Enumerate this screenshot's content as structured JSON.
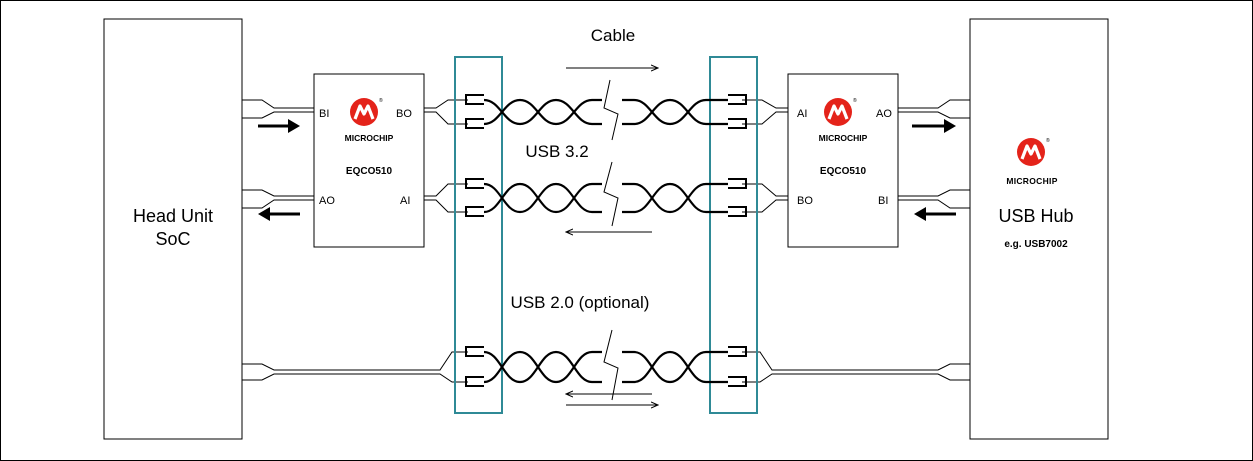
{
  "head_unit": {
    "line1": "Head Unit",
    "line2": "SoC"
  },
  "usb_hub": {
    "title": "USB Hub",
    "example": "e.g. USB7002"
  },
  "labels": {
    "cable": "Cable",
    "usb32": "USB 3.2",
    "usb20": "USB 2.0 (optional)"
  },
  "redriver_left": {
    "part": "EQCO510",
    "brand": "MICROCHIP",
    "pins": {
      "top_left": "BI",
      "top_right": "BO",
      "bottom_left": "AO",
      "bottom_right": "AI"
    }
  },
  "redriver_right": {
    "part": "EQCO510",
    "brand": "MICROCHIP",
    "pins": {
      "top_left": "AI",
      "top_right": "AO",
      "bottom_left": "BO",
      "bottom_right": "BI"
    }
  },
  "hub_brand": "MICROCHIP",
  "colors": {
    "connector_frame": "#2f8a96",
    "logo_red": "#e4231a",
    "line": "#000000"
  }
}
